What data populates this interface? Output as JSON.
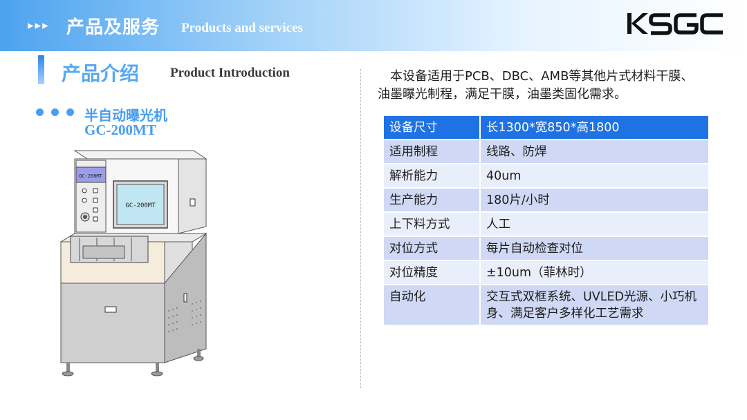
{
  "header": {
    "arrows": "▸▸▸",
    "title_cn": "产品及服务",
    "title_en": "Products and services"
  },
  "logo": {
    "text": "KSGC"
  },
  "section": {
    "title_cn": "产品介绍",
    "title_en": "Product Introduction"
  },
  "product": {
    "name_cn": "半自动曝光机",
    "model": "GC-200MT",
    "panel_label": "GC-200MT",
    "screen_label": "GC-200MT"
  },
  "description": "本设备适用于PCB、DBC、AMB等其他片式材料干膜、油墨曝光制程，满足干膜，油墨类固化需求。",
  "specs": [
    {
      "key": "设备尺寸",
      "value": "长1300*宽850*高1800"
    },
    {
      "key": "适用制程",
      "value": "线路、防焊"
    },
    {
      "key": "解析能力",
      "value": "40um"
    },
    {
      "key": "生产能力",
      "value": "180片/小时"
    },
    {
      "key": "上下料方式",
      "value": "人工"
    },
    {
      "key": "对位方式",
      "value": "每片自动检查对位"
    },
    {
      "key": "对位精度",
      "value": "±10um（菲林时）"
    },
    {
      "key": "自动化",
      "value": "交互式双框系统、UVLED光源、小巧机身、满足客户多样化工艺需求"
    }
  ],
  "colors": {
    "accent": "#4a9ef0",
    "table_header": "#1f72e3",
    "table_row_odd": "#cfd9f5",
    "table_row_even": "#e9eefb"
  }
}
